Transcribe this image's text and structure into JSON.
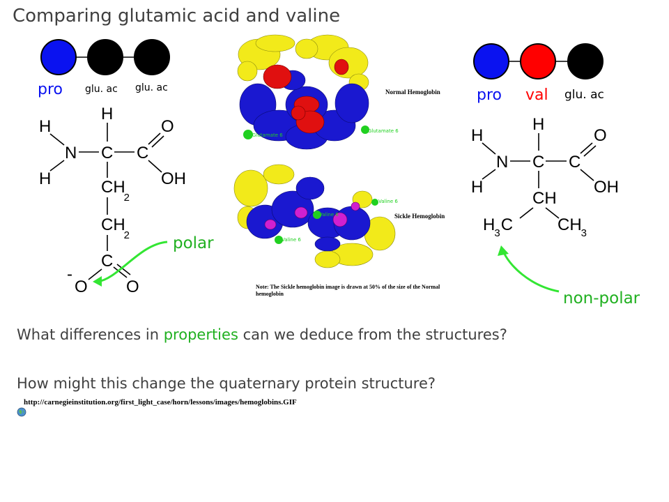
{
  "title": "Comparing glutamic acid and valine",
  "left_chain": {
    "beads": [
      {
        "label": "pro",
        "color": "#0a12f0"
      },
      {
        "label": "glu. ac",
        "color": "#000000"
      },
      {
        "label": "glu. ac",
        "color": "#000000"
      }
    ]
  },
  "right_chain": {
    "beads": [
      {
        "label": "pro",
        "color": "#0a12f0"
      },
      {
        "label": "val",
        "color": "#ff0000"
      },
      {
        "label": "glu. ac",
        "color": "#000000"
      }
    ]
  },
  "glutamic": {
    "atoms": {
      "h_top": "H",
      "h_left_top": "H",
      "n": "N",
      "c_alpha": "C",
      "c_carboxyl": "C",
      "o_double": "O",
      "oh": "OH",
      "h_left_bottom": "H",
      "ch2_a": "CH",
      "ch2_a_sub": "2",
      "ch2_b": "CH",
      "ch2_b_sub": "2",
      "c_side": "C",
      "o_minus": "O",
      "minus": "-",
      "o_right": "O"
    },
    "annotation": "polar"
  },
  "valine": {
    "atoms": {
      "h_top": "H",
      "h_left_top": "H",
      "n": "N",
      "c_alpha": "C",
      "c_carboxyl": "C",
      "o_double": "O",
      "oh": "OH",
      "h_left_bottom": "H",
      "ch": "CH",
      "h3c_left": "H",
      "h3c_left_sub": "3",
      "h3c_left_c": "C",
      "ch3_right": "CH",
      "ch3_right_sub": "3"
    },
    "annotation": "non-polar"
  },
  "protein_images": {
    "normal_caption": "Normal Hemoglobin",
    "sickle_caption": "Sickle Hemoglobin",
    "normal_labels": [
      "Glutamate 6",
      "Glutamate 6"
    ],
    "sickle_labels": [
      "Valine 6",
      "Valine 6",
      "Valine 6"
    ],
    "note": "Note: The Sickle hemoglobin image is drawn at 50% of the size of the Normal hemoglobin"
  },
  "question1": {
    "before": "What differences in ",
    "highlight": "properties",
    "after": " can we deduce from the structures?"
  },
  "question2": "How might this change the quaternary protein structure?",
  "source_url": "http://carnegieinstitution.org/first_light_case/horn/lessons/images/hemoglobins.GIF",
  "colors": {
    "title": "#404040",
    "accent_green": "#20b020",
    "pro_blue": "#0a12f0",
    "val_red": "#ff0000",
    "helix_yellow": "#f2ea1a",
    "helix_blue": "#1a18d0",
    "heme_red": "#e01010",
    "heme_magenta": "#d020d0",
    "marker_green": "#20d020"
  }
}
